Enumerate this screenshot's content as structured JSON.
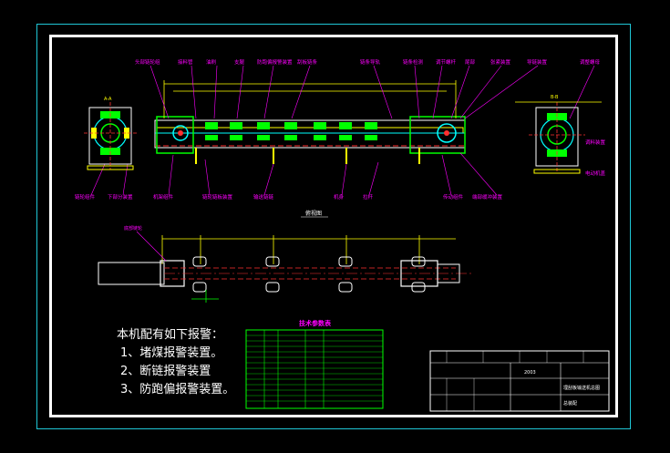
{
  "drawing": {
    "plan_view_label": "俯视图",
    "main_labels_top": [
      "头部链轮组",
      "接料管",
      "油刷",
      "支腿",
      "防跑偏报警装置",
      "刮板链条",
      "链条导轨",
      "链条检测",
      "调节螺杆",
      "尾部",
      "张紧装置",
      "导链装置",
      "调整螺母"
    ],
    "main_labels_bottom": [
      "链轮组件",
      "下部分装置",
      "机架组件",
      "链轮链板装置",
      "输送链链",
      "机身",
      "拉杆",
      "传动组件",
      "端部缓冲装置"
    ],
    "right_labels": [
      "调料装置",
      "电动机盖"
    ],
    "left_top_label": "A-A",
    "right_top_label": "B-B",
    "bottom_left_label": "底部链轮"
  },
  "alarms": {
    "title": "本机配有如下报警：",
    "items": [
      "1、堵煤报警装置。",
      "2、断链报警装置",
      "3、防跑偏报警装置。"
    ]
  },
  "tech_table": {
    "title": "技术参数表"
  },
  "title_block": {
    "drawing_number": "2003",
    "name": "埋刮板输送机总图",
    "sheet": "总装配"
  },
  "colors": {
    "frame": "#1fc7d6",
    "sheet_border": "#ffffff",
    "label": "#ff00ff",
    "geometry_green": "#00ff00",
    "geometry_yellow": "#ffff00",
    "geometry_cyan": "#00ffff",
    "centerline_red": "#ff3030"
  }
}
